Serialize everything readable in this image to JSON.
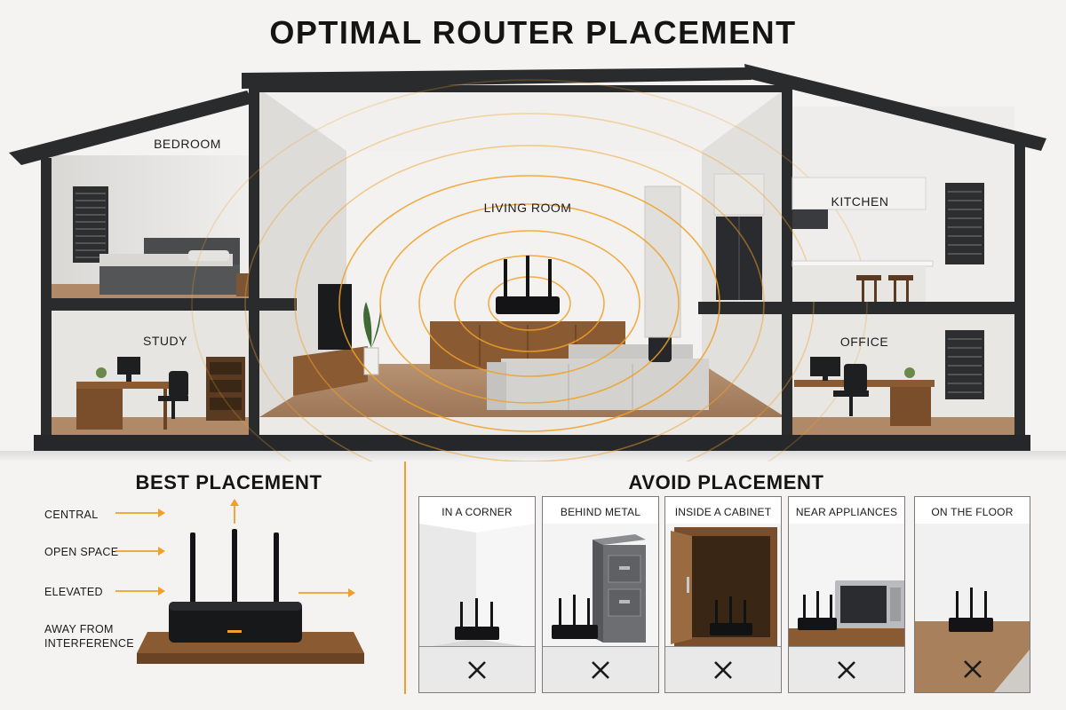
{
  "title": "OPTIMAL ROUTER PLACEMENT",
  "rooms": {
    "bedroom": "BEDROOM",
    "study": "STUDY",
    "living_room": "LIVING ROOM",
    "kitchen": "KITCHEN",
    "office": "OFFICE"
  },
  "best": {
    "heading": "BEST PLACEMENT",
    "factors": [
      "CENTRAL",
      "OPEN SPACE",
      "ELEVATED",
      "AWAY FROM\nINTERFERENCE"
    ]
  },
  "avoid": {
    "heading": "AVOID PLACEMENT",
    "items": [
      "IN A CORNER",
      "BEHIND METAL",
      "INSIDE A CABINET",
      "NEAR APPLIANCES",
      "ON THE FLOOR"
    ]
  },
  "icons": {
    "router": "router-icon",
    "arrow": "arrow-right-icon",
    "wave": "signal-wave-icon",
    "x": "x-mark-icon"
  },
  "colors": {
    "accent": "#f0a028",
    "structure": "#2a2b2d",
    "wood": "#8a5a32",
    "router": "#141416"
  }
}
